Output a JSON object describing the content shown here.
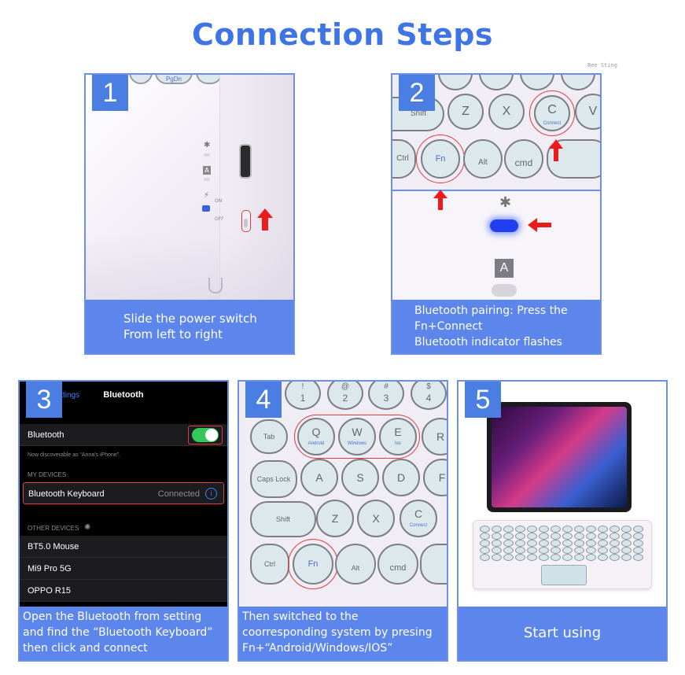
{
  "title": "Connection Steps",
  "watermark": "Bee Sting",
  "colors": {
    "accent": "#4a7ee3",
    "caption_bg": "#5c86ec",
    "highlight": "#e23a3a"
  },
  "steps": [
    {
      "number": "1",
      "caption": [
        "Slide the power switch",
        "From left to right"
      ],
      "labels": {
        "on": "ON",
        "off": "OFF",
        "key": "PgDn"
      }
    },
    {
      "number": "2",
      "caption": [
        "Bluetooth pairing: Press the",
        "Fn+Connect",
        "Bluetooth indicator flashes"
      ],
      "keys": {
        "shift": "Shift",
        "z": "Z",
        "x": "X",
        "c": "C",
        "connect": "Connect",
        "v": "V",
        "ctrl": "Ctrl",
        "fn": "Fn",
        "alt": "Alt",
        "cmd": "cmd",
        "caps_indicator": "A"
      }
    },
    {
      "number": "3",
      "caption": [
        "Open the Bluetooth from setting",
        "and find the “Bluetooth Keyboard”",
        "then click and connect"
      ],
      "ios": {
        "back": "Settings",
        "nav_title": "Bluetooth",
        "bluetooth_label": "Bluetooth",
        "discoverable": "Now discoverable as “Anna's iPhone”.",
        "my_devices": "MY DEVICES",
        "device_name": "Bluetooth Keyboard",
        "device_status": "Connected",
        "other_devices": "OTHER DEVICES",
        "others": [
          "BT5.0 Mouse",
          "Mi9 Pro 5G",
          "OPPO R15"
        ]
      }
    },
    {
      "number": "4",
      "caption": [
        "Then switched to the",
        "coorresponding system by presing",
        "Fn+“Android/Windows/IOS”"
      ],
      "keys": {
        "row_num": [
          {
            "t": "!",
            "b": "1"
          },
          {
            "t": "@",
            "b": "2"
          },
          {
            "t": "#",
            "b": "3"
          },
          {
            "t": "$",
            "b": "4"
          }
        ],
        "tab": "Tab",
        "q": "Q",
        "android": "Android",
        "w": "W",
        "windows": "Windows",
        "e": "E",
        "ios": "Ios",
        "r": "R",
        "caps": "Caps Lock",
        "a": "A",
        "s": "S",
        "d": "D",
        "f": "F",
        "shift": "Shift",
        "z": "Z",
        "x": "X",
        "c": "C",
        "connect": "Connect",
        "ctrl": "Ctrl",
        "fn": "Fn",
        "alt": "Alt",
        "cmd": "cmd"
      }
    },
    {
      "number": "5",
      "caption": [
        "Start using"
      ]
    }
  ]
}
